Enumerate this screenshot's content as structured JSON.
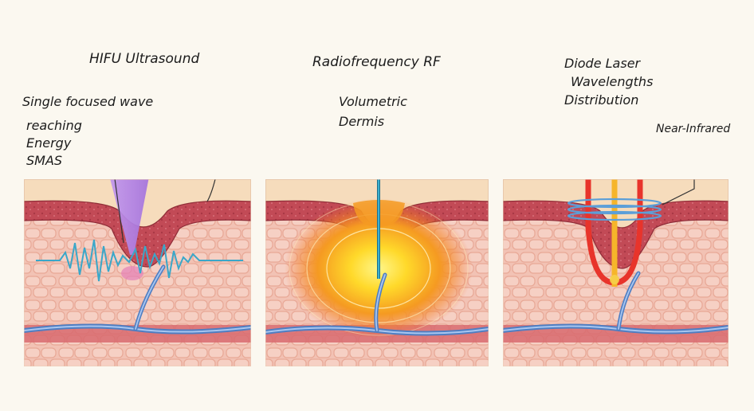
{
  "panels": [
    {
      "title": "HIFU Ultrasound",
      "annotations": [
        "Single focused wave",
        "reaching",
        "Energy",
        "SMAS"
      ],
      "colors": {
        "cone": "#b78ae8",
        "wave": "#3aa7c9"
      }
    },
    {
      "title": "Radiofrequency RF",
      "annotations": [
        "Volumetric",
        "Dermis"
      ],
      "colors": {
        "heat_core": "#ffe23a",
        "heat_outer": "#f36a1c",
        "probe": "#3bb0cf"
      }
    },
    {
      "title": "Diode Laser",
      "title_lines": [
        "Diode Laser",
        "Wavelengths",
        "Distribution"
      ],
      "annotations": [
        "Near-Infrared"
      ],
      "colors": {
        "beam_red": "#e8342b",
        "beam_yellow": "#f6b52a",
        "rings": "#5c9fd8"
      }
    }
  ],
  "skin_colors": {
    "epidermis": "#f6dcbc",
    "dermis": "#c24a56",
    "fat": "#f2c2b4",
    "vessel": "#6f9ad4"
  }
}
